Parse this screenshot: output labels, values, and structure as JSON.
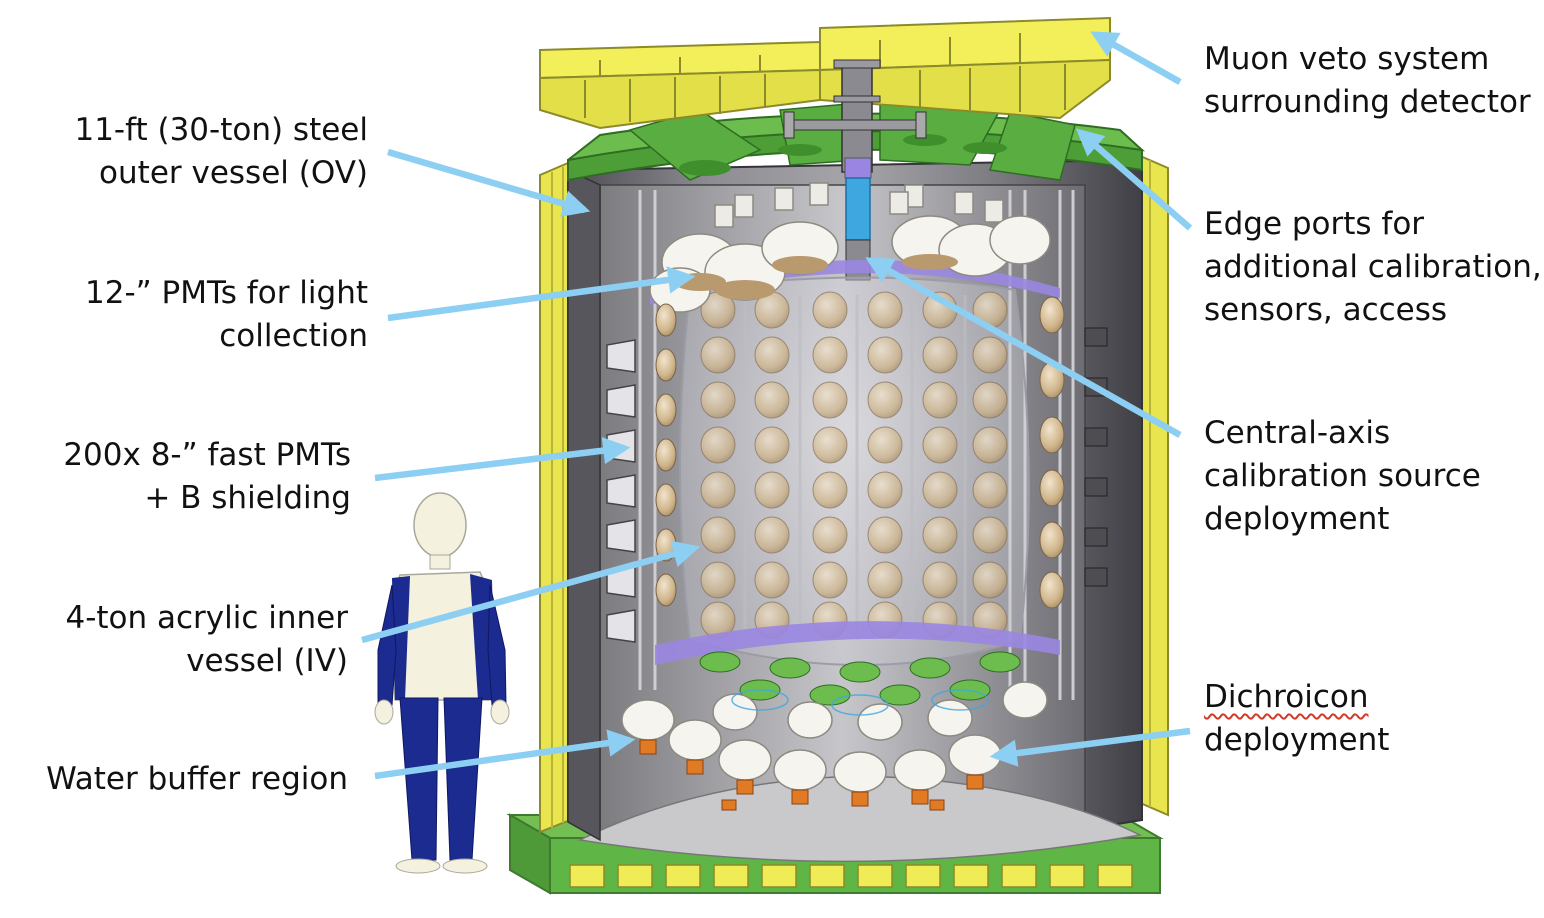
{
  "labels": {
    "muon_veto": [
      "Muon veto system",
      "surrounding detector"
    ],
    "outer_vessel": [
      "11-ft (30-ton) steel",
      "outer vessel (OV)"
    ],
    "pmts_12": [
      "12-” PMTs for light",
      "collection"
    ],
    "fast_pmts": [
      "200x 8-” fast PMTs",
      "+ B shielding"
    ],
    "inner_vessel": [
      "4-ton acrylic inner",
      "vessel (IV)"
    ],
    "water_buffer": [
      "Water buffer region"
    ],
    "edge_ports": [
      "Edge ports for",
      "additional calibration,",
      "sensors, access"
    ],
    "central_axis": [
      "Central-axis",
      "calibration source",
      "deployment"
    ],
    "dichroicon": [
      "Dichroicon",
      "deployment"
    ]
  },
  "colors": {
    "arrow": "#8ccff2",
    "veto_yellow": "#f3ef5a",
    "deck_green": "#5fb545",
    "steel_dark": "#5f5f64",
    "steel_light": "#b9b9bd",
    "pmt_cream": "#efe6d2",
    "pmt_bronze": "#c9aa7c",
    "ring_purple": "#9a86e2",
    "pipe_blue": "#3fa7e0",
    "person_blue": "#1b2b8f",
    "person_cream": "#f4f1de",
    "base_orange": "#e07a25"
  }
}
